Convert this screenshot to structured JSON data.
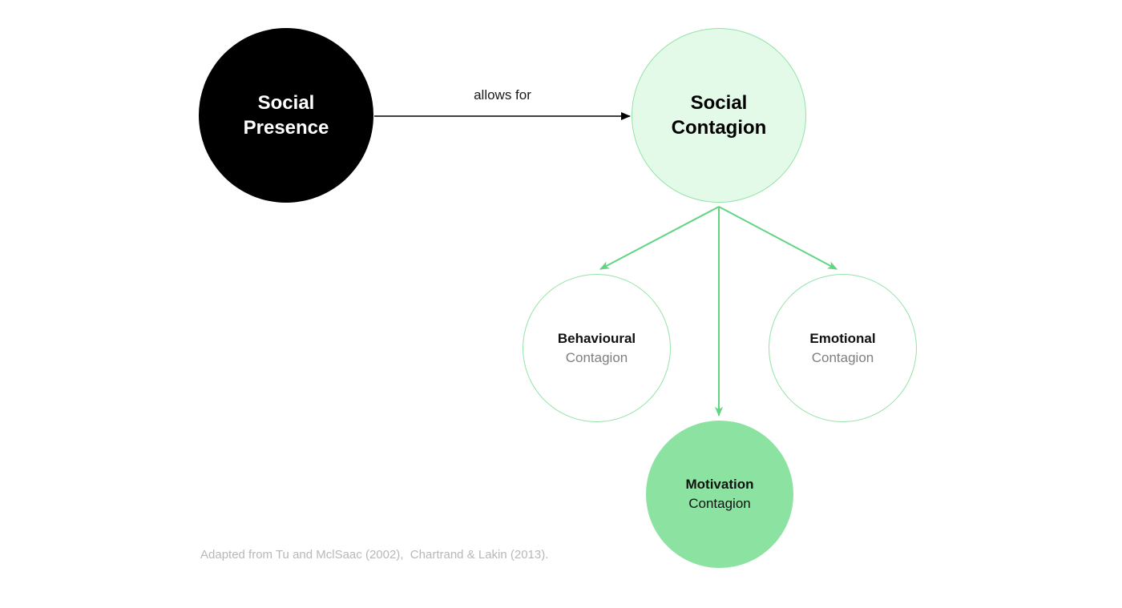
{
  "diagram": {
    "nodes": {
      "social_presence": {
        "line1": "Social",
        "line2": "Presence"
      },
      "social_contagion": {
        "line1": "Social",
        "line2": "Contagion"
      },
      "behavioural_contagion": {
        "line1": "Behavioural",
        "line2": "Contagion"
      },
      "emotional_contagion": {
        "line1": "Emotional",
        "line2": "Contagion"
      },
      "motivation_contagion": {
        "line1": "Motivation",
        "line2": "Contagion"
      }
    },
    "edges": {
      "allows_for_label": "allows for"
    },
    "caption": "Adapted from Tu and MclSaac (2002),  Chartrand & Lakin (2013).",
    "colors": {
      "node_black": "#000000",
      "light_green_fill": "#e4fae9",
      "green_border": "#93e3a7",
      "arrow_green": "#62d583",
      "solid_green": "#8ce2a0",
      "sub_label_gray": "#808080",
      "caption_gray": "#b8b8b8",
      "black_arrow": "#000000"
    }
  }
}
